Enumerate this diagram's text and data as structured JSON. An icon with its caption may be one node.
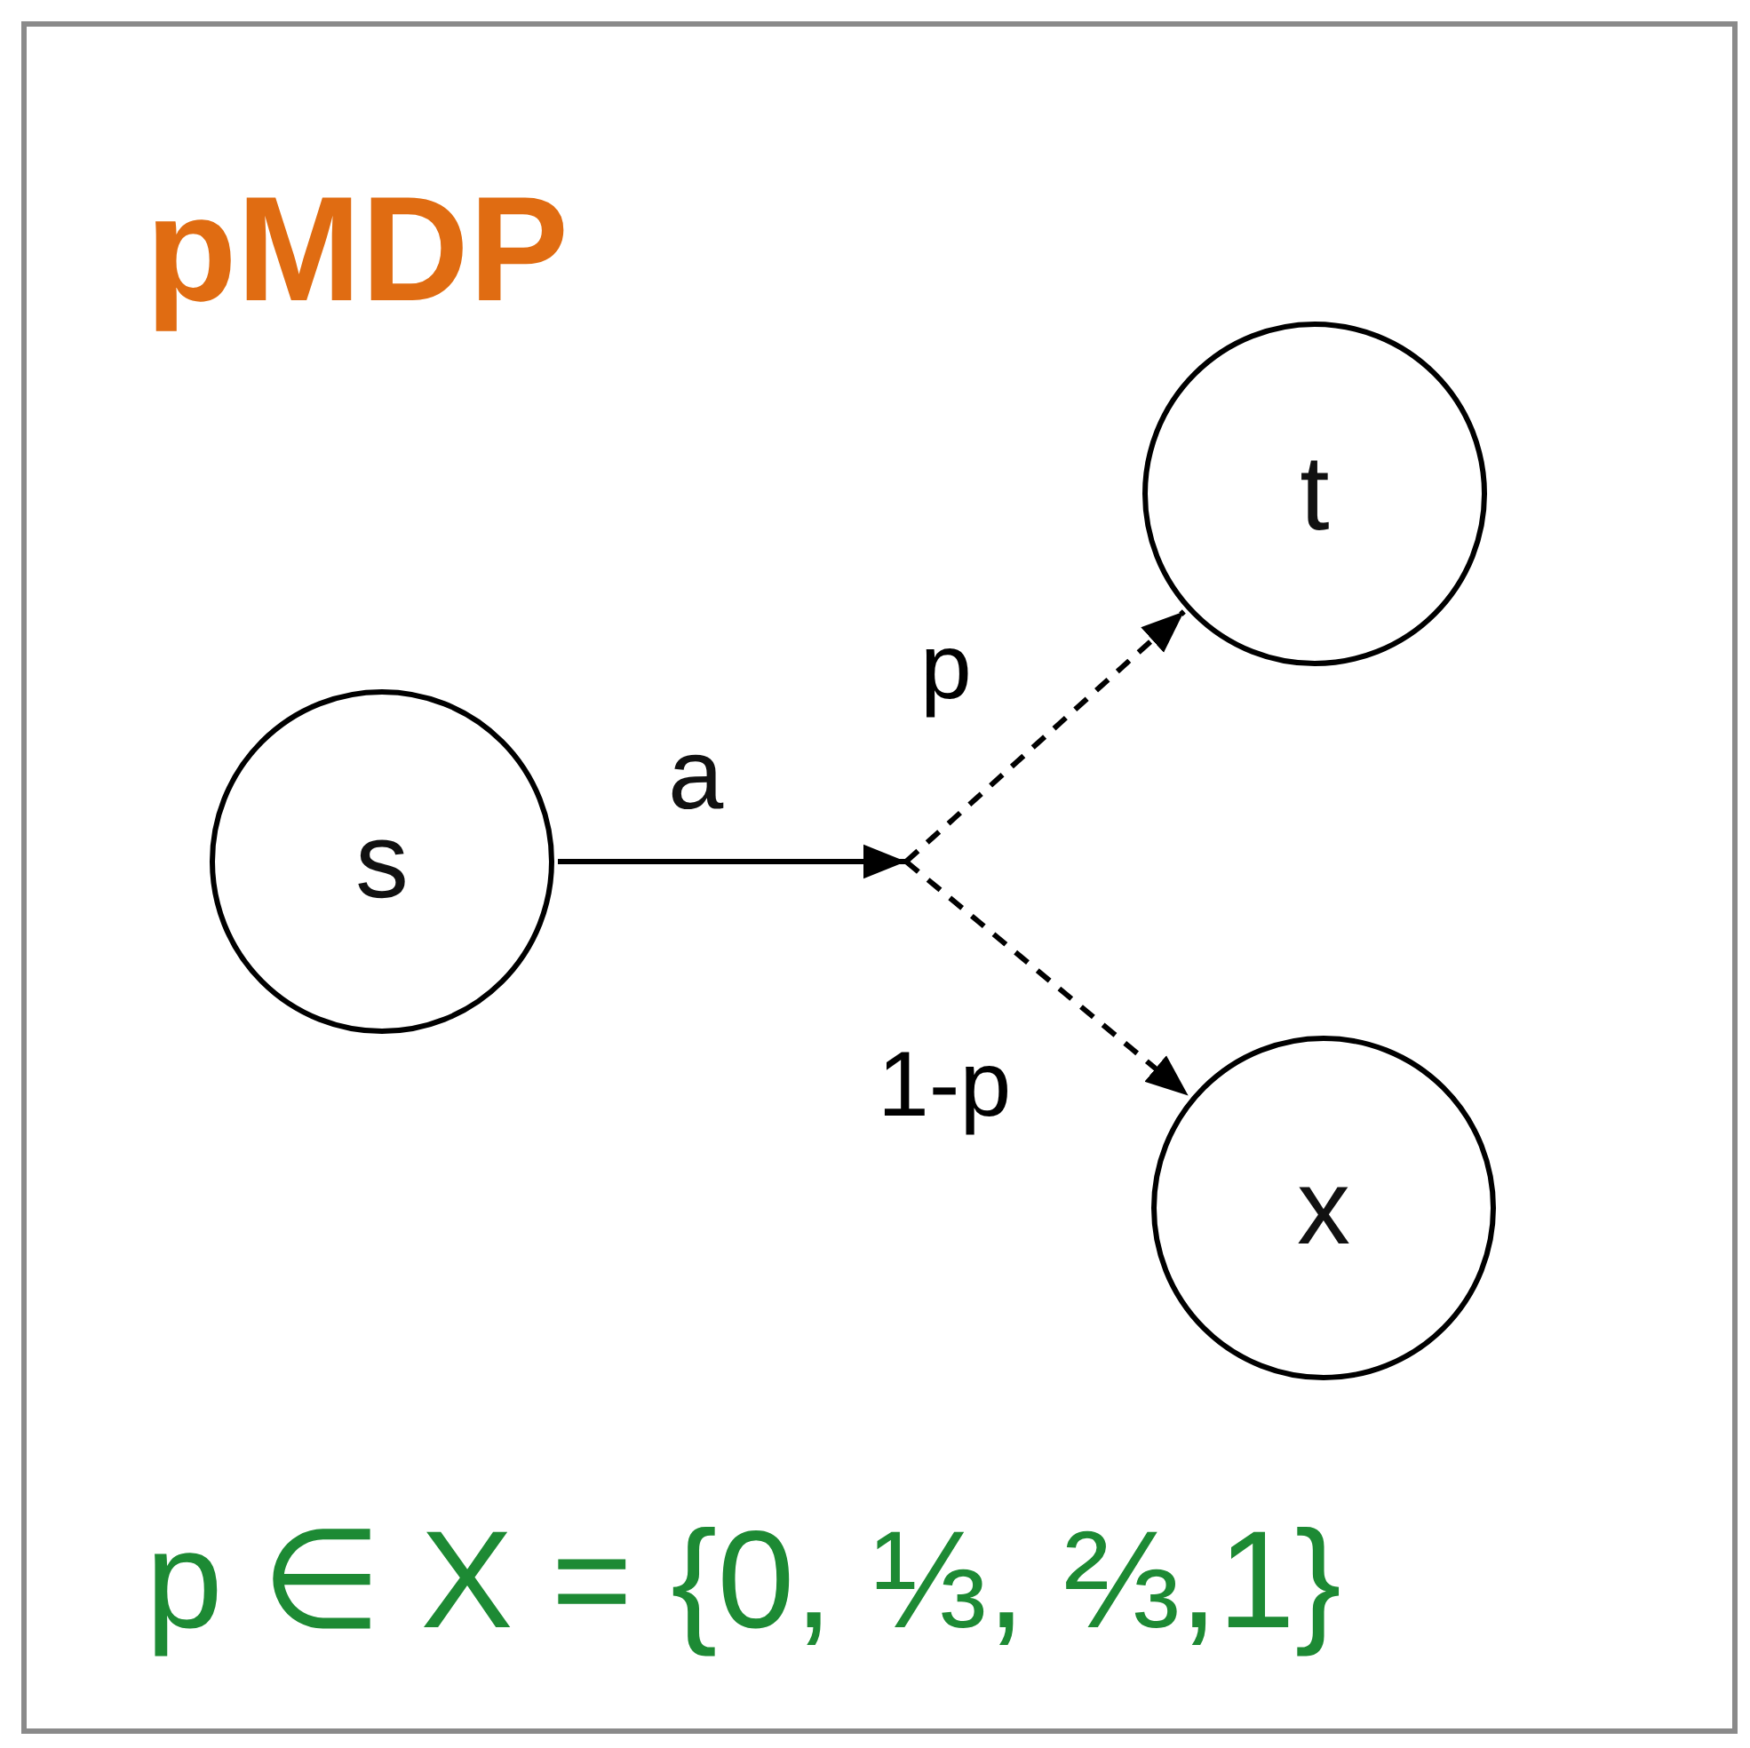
{
  "diagram": {
    "title": "pMDP",
    "nodes": [
      {
        "text": [
          "s"
        ]
      },
      {
        "text": [
          "t"
        ]
      },
      {
        "text": [
          "x"
        ]
      }
    ],
    "edges": [
      {
        "from": 0,
        "to": 1,
        "arrow": "to",
        "label": "p",
        "style": "dashed"
      },
      {
        "from": 0,
        "to": 2,
        "arrow": "to",
        "label": "1-p",
        "style": "dashed"
      }
    ],
    "labels": [
      "a",
      "p ∈ X = {0, ⅓, ⅔,1}"
    ]
  }
}
